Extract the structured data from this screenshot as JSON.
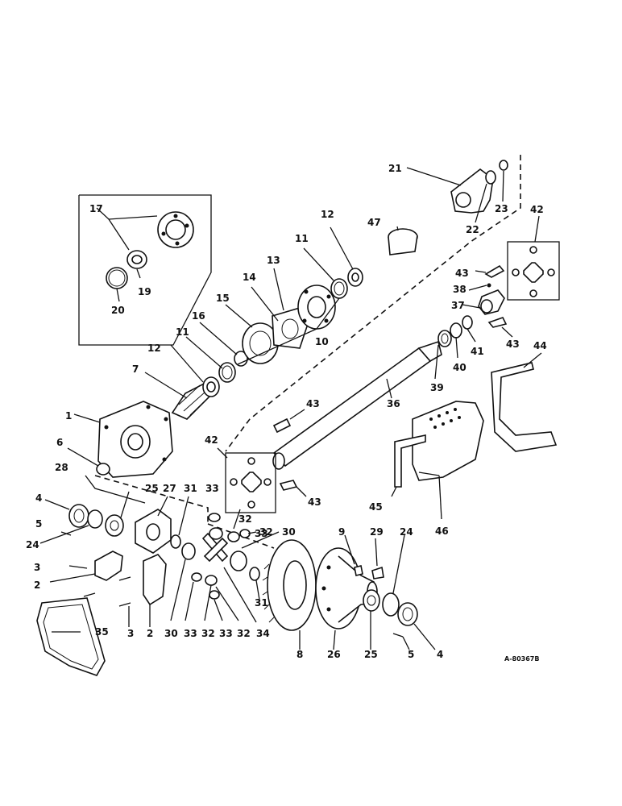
{
  "figure_id": "A-80367B",
  "callouts": [
    {
      "key": "c1",
      "text": "1"
    },
    {
      "key": "c2a",
      "text": "2"
    },
    {
      "key": "c2b",
      "text": "2"
    },
    {
      "key": "c3a",
      "text": "3"
    },
    {
      "key": "c3b",
      "text": "3"
    },
    {
      "key": "c4a",
      "text": "4"
    },
    {
      "key": "c4b",
      "text": "4"
    },
    {
      "key": "c5a",
      "text": "5"
    },
    {
      "key": "c5b",
      "text": "5"
    },
    {
      "key": "c6",
      "text": "6"
    },
    {
      "key": "c7",
      "text": "7"
    },
    {
      "key": "c8",
      "text": "8"
    },
    {
      "key": "c9",
      "text": "9"
    },
    {
      "key": "c10",
      "text": "10"
    },
    {
      "key": "c11a",
      "text": "11"
    },
    {
      "key": "c11b",
      "text": "11"
    },
    {
      "key": "c12a",
      "text": "12"
    },
    {
      "key": "c12b",
      "text": "12"
    },
    {
      "key": "c13",
      "text": "13"
    },
    {
      "key": "c14",
      "text": "14"
    },
    {
      "key": "c15",
      "text": "15"
    },
    {
      "key": "c16",
      "text": "16"
    },
    {
      "key": "c17",
      "text": "17"
    },
    {
      "key": "c19",
      "text": "19"
    },
    {
      "key": "c20",
      "text": "20"
    },
    {
      "key": "c21",
      "text": "21"
    },
    {
      "key": "c22",
      "text": "22"
    },
    {
      "key": "c23",
      "text": "23"
    },
    {
      "key": "c24a",
      "text": "24"
    },
    {
      "key": "c24b",
      "text": "24"
    },
    {
      "key": "c25a",
      "text": "25"
    },
    {
      "key": "c25b",
      "text": "25"
    },
    {
      "key": "c26",
      "text": "26"
    },
    {
      "key": "c27",
      "text": "27"
    },
    {
      "key": "c28",
      "text": "28"
    },
    {
      "key": "c29",
      "text": "29"
    },
    {
      "key": "c30a",
      "text": "30"
    },
    {
      "key": "c30b",
      "text": "30"
    },
    {
      "key": "c31a",
      "text": "31"
    },
    {
      "key": "c31b",
      "text": "31"
    },
    {
      "key": "c32a",
      "text": "32"
    },
    {
      "key": "c32b",
      "text": "32"
    },
    {
      "key": "c32c",
      "text": "32"
    },
    {
      "key": "c32d",
      "text": "32"
    },
    {
      "key": "c33a",
      "text": "33"
    },
    {
      "key": "c33b",
      "text": "33"
    },
    {
      "key": "c33c",
      "text": "33"
    },
    {
      "key": "c33d",
      "text": "33"
    },
    {
      "key": "c34",
      "text": "34"
    },
    {
      "key": "c35",
      "text": "35"
    },
    {
      "key": "c36",
      "text": "36"
    },
    {
      "key": "c37",
      "text": "37"
    },
    {
      "key": "c38",
      "text": "38"
    },
    {
      "key": "c39",
      "text": "39"
    },
    {
      "key": "c40",
      "text": "40"
    },
    {
      "key": "c41",
      "text": "41"
    },
    {
      "key": "c42a",
      "text": "42"
    },
    {
      "key": "c42b",
      "text": "42"
    },
    {
      "key": "c43a",
      "text": "43"
    },
    {
      "key": "c43b",
      "text": "43"
    },
    {
      "key": "c43c",
      "text": "43"
    },
    {
      "key": "c43d",
      "text": "43"
    },
    {
      "key": "c44",
      "text": "44"
    },
    {
      "key": "c45",
      "text": "45"
    },
    {
      "key": "c46",
      "text": "46"
    },
    {
      "key": "c47",
      "text": "47"
    }
  ]
}
